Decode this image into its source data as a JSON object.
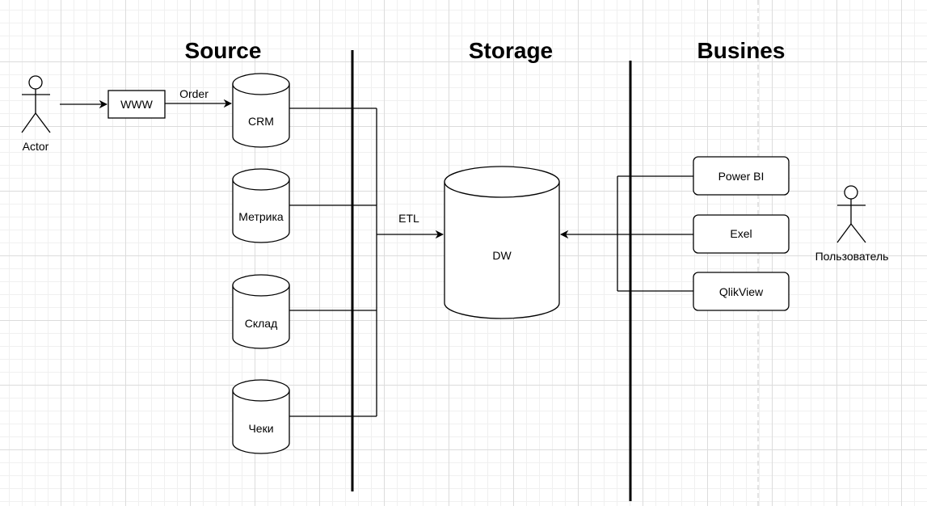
{
  "headings": {
    "source": "Source",
    "storage": "Storage",
    "business": "Busines"
  },
  "actors": {
    "actor": "Actor",
    "user": "Пользователь"
  },
  "nodes": {
    "www": "WWW",
    "crm": "CRM",
    "metrika": "Метрика",
    "sklad": "Склад",
    "cheki": "Чеки",
    "dw": "DW",
    "powerbi": "Power BI",
    "exel": "Exel",
    "qlikview": "QlikView"
  },
  "edges": {
    "order": "Order",
    "etl": "ETL"
  }
}
